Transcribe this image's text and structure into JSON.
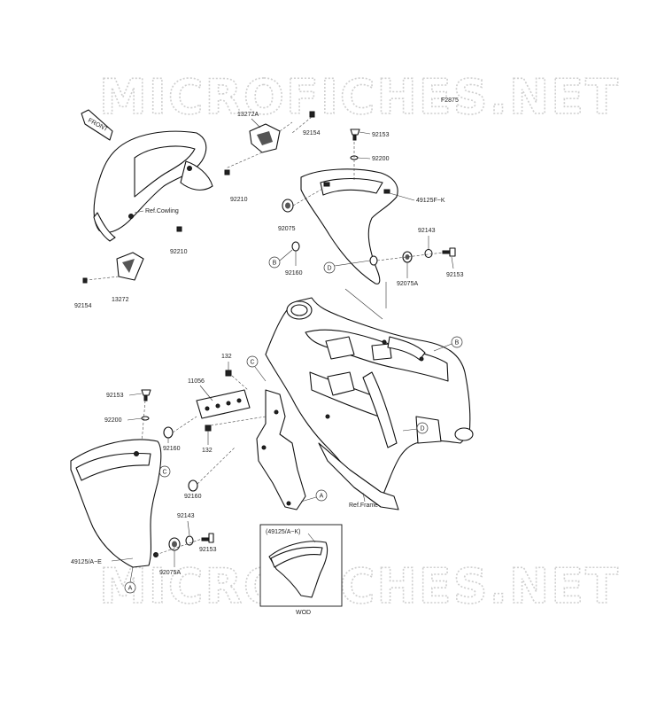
{
  "watermark": "MICROFICHES.NET",
  "figure_code": "F2875",
  "front_label": "FRONT",
  "ref_labels": {
    "cowling": "Ref.Cowling",
    "frame": "Ref.Frame"
  },
  "inset": {
    "title": "(49125/A~K)",
    "caption": "WOD"
  },
  "part_labels": {
    "p13272A": "13272A",
    "p92154_top": "92154",
    "p92153_top": "92153",
    "p92200_top": "92200",
    "p92210_a": "92210",
    "p92210_b": "92210",
    "p49125FK": "49125F~K",
    "p92075_top": "92075",
    "p92143_top": "92143",
    "p92153_right": "92153",
    "p92160_top": "92160",
    "p92075A_top": "92075A",
    "p92154_left": "92154",
    "p13272": "13272",
    "p132_a": "132",
    "p11056": "11056",
    "p92153_left": "92153",
    "p92200_left": "92200",
    "p92160_a": "92160",
    "p132_b": "132",
    "p92160_b": "92160",
    "p92143_bottom": "92143",
    "p92153_bottom": "92153",
    "p49125AE": "49125/A~E",
    "p92075A_bottom": "92075A"
  },
  "circle_refs": {
    "b_left": "B",
    "d_mid": "D",
    "b_right": "B",
    "c_top": "C",
    "d_frame": "D",
    "c_left": "C",
    "a_frame": "A",
    "a_bottom": "A"
  }
}
